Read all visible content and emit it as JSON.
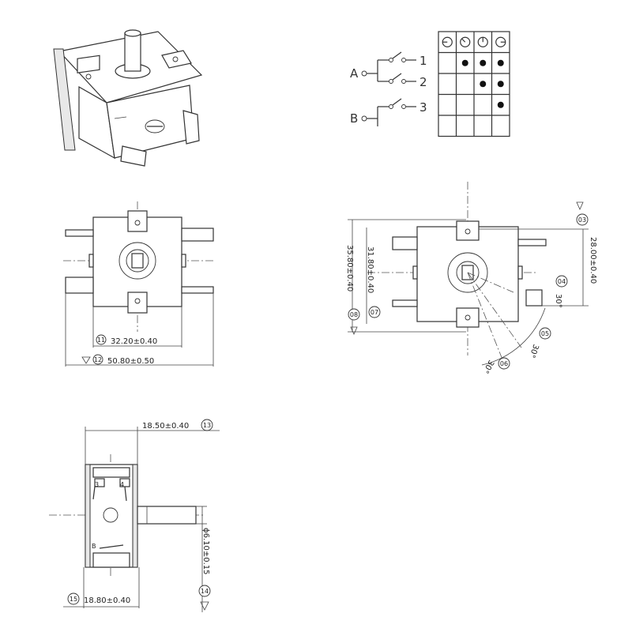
{
  "colors": {
    "line": "#333333",
    "background": "#ffffff",
    "panel_background": "#ffffff",
    "dot": "#111111"
  },
  "schematic": {
    "input_a": "A",
    "input_b": "B",
    "terminals": [
      "1",
      "2",
      "3"
    ],
    "table": {
      "columns": 4,
      "rows": 4,
      "column_icons": [
        "position-1-icon",
        "position-2-icon",
        "position-3-icon",
        "position-4-icon"
      ],
      "dots": [
        [
          0,
          1
        ],
        [
          0,
          2
        ],
        [
          0,
          3
        ],
        [
          1,
          2
        ],
        [
          1,
          3
        ],
        [
          2,
          3
        ]
      ]
    }
  },
  "front_view": {
    "dim_inner": {
      "callout": "11",
      "value": "32.20±0.40"
    },
    "dim_outer": {
      "callout": "12",
      "value": "50.80±0.50"
    }
  },
  "right_view": {
    "callout_top": "03",
    "dim_right": "28.00±0.40",
    "dim_left_inner": "31.80±0.40",
    "callout_left_inner": "07",
    "dim_left_outer": "35.80±0.40",
    "callout_left_outer": "08",
    "callout_04": "04",
    "angle_04": "30°",
    "callout_05": "05",
    "angle_05": "30°",
    "callout_06": "06",
    "angle_06": "30°"
  },
  "side_view": {
    "dim_top": "18.50±0.40",
    "callout_top": "13",
    "dim_bottom": "18.80±0.40",
    "callout_bottom": "15",
    "dim_shaft": "ϕ6.10±0.15",
    "callout_shaft": "14",
    "terminal_labels": [
      "3",
      "4",
      "B"
    ]
  }
}
